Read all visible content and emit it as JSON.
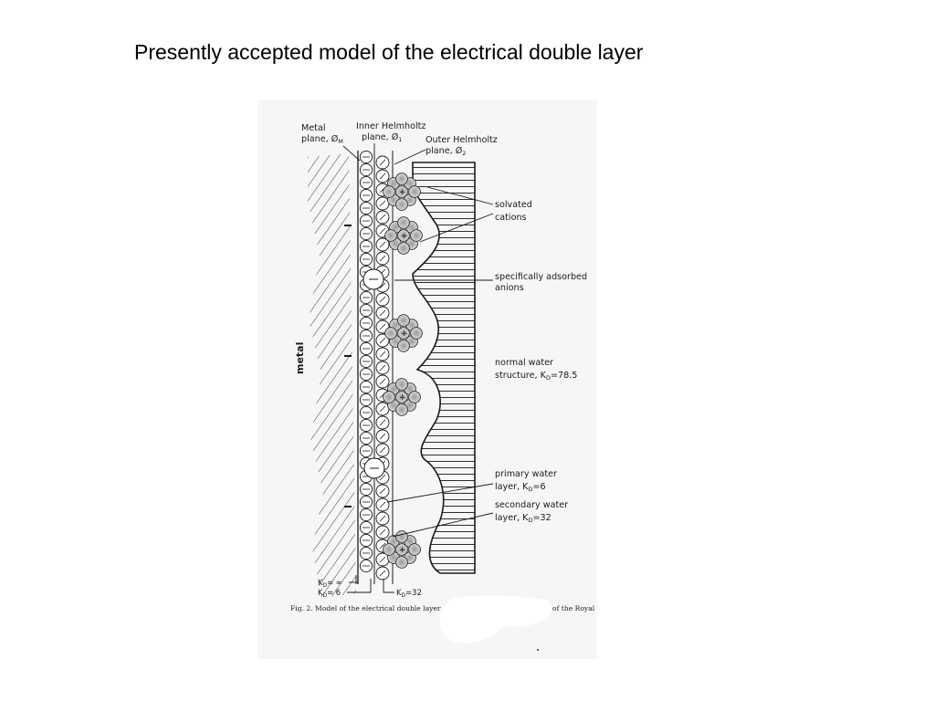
{
  "slide": {
    "title": "Presently accepted model of the electrical double layer"
  },
  "figure": {
    "labels": {
      "metal_plane_1": "Metal",
      "metal_plane_2": "plane, Ø",
      "metal_plane_sub": "M",
      "inner_hp_1": "Inner Helmholtz",
      "inner_hp_2": "plane, Ø",
      "inner_hp_sub": "1",
      "outer_hp_1": "Outer Helmholtz",
      "outer_hp_2": "plane, Ø",
      "outer_hp_sub": "2",
      "solvated_1": "solvated",
      "solvated_2": "cations",
      "adsorbed_1": "specifically adsorbed",
      "adsorbed_2": "anions",
      "normal_1": "normal water",
      "normal_2": "structure, K",
      "normal_sub": "D",
      "normal_val": "=78.5",
      "primary_1": "primary water",
      "primary_2": "layer, K",
      "primary_sub": "D",
      "primary_val": "=6",
      "secondary_1": "secondary water",
      "secondary_2": "layer, K",
      "secondary_sub": "D",
      "secondary_val": "=32",
      "metal_vertical": "metal",
      "kd_inf_1": "K",
      "kd_inf_sub": "D",
      "kd_inf_val": "= ∞",
      "kd_6_1": "K",
      "kd_6_sub": "D",
      "kd_6_val": "= 6",
      "kd_32_1": "K",
      "kd_32_sub": "D",
      "kd_32_val": "=32",
      "caption_left": "Fig. 2. Model of the electrical double layer",
      "caption_right": "of the Royal"
    },
    "colors": {
      "paper": "#f6f6f6",
      "ink": "#1a1a1a",
      "hatch": "#3a3a3a",
      "cation_fill": "#cfcfcf",
      "redaction": "#ffffff"
    }
  }
}
